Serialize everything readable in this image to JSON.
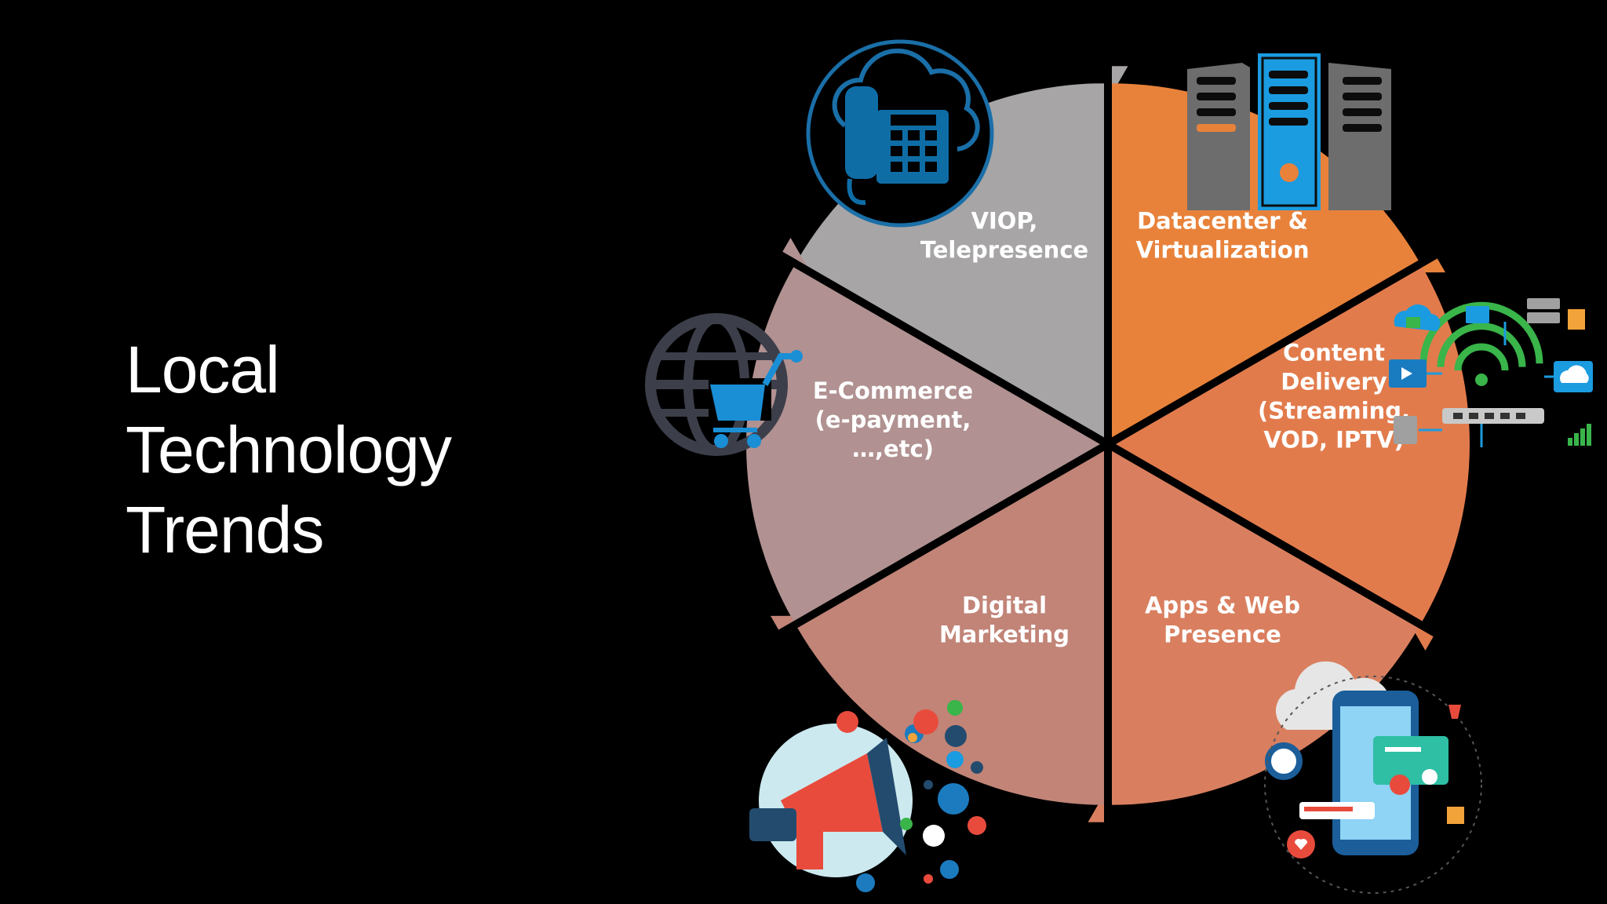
{
  "title": {
    "lines": [
      "Local",
      "Technology",
      "Trends"
    ]
  },
  "segments": [
    {
      "lines": [
        "VIOP,",
        "Telepresence"
      ],
      "color": "#a7a5a6",
      "icon": "cloud-phone-icon"
    },
    {
      "lines": [
        "Datacenter &",
        "Virtualization"
      ],
      "color": "#e8823b",
      "icon": "server-rack-icon"
    },
    {
      "lines": [
        "Content",
        "Delivery",
        "(Streaming,",
        "VOD, IPTV)"
      ],
      "color": "#e27b4c",
      "icon": "network-devices-icon"
    },
    {
      "lines": [
        "Apps & Web",
        "Presence"
      ],
      "color": "#d97f5f",
      "icon": "mobile-app-icon"
    },
    {
      "lines": [
        "Digital",
        "Marketing"
      ],
      "color": "#c18477",
      "icon": "megaphone-social-icon"
    },
    {
      "lines": [
        "E-Commerce",
        "(e-payment,",
        "…,etc)"
      ],
      "color": "#b19191",
      "icon": "globe-cart-icon"
    }
  ],
  "colors": {
    "background": "#000000",
    "divider": "#000000",
    "icon_blue": "#1a8fd6"
  }
}
